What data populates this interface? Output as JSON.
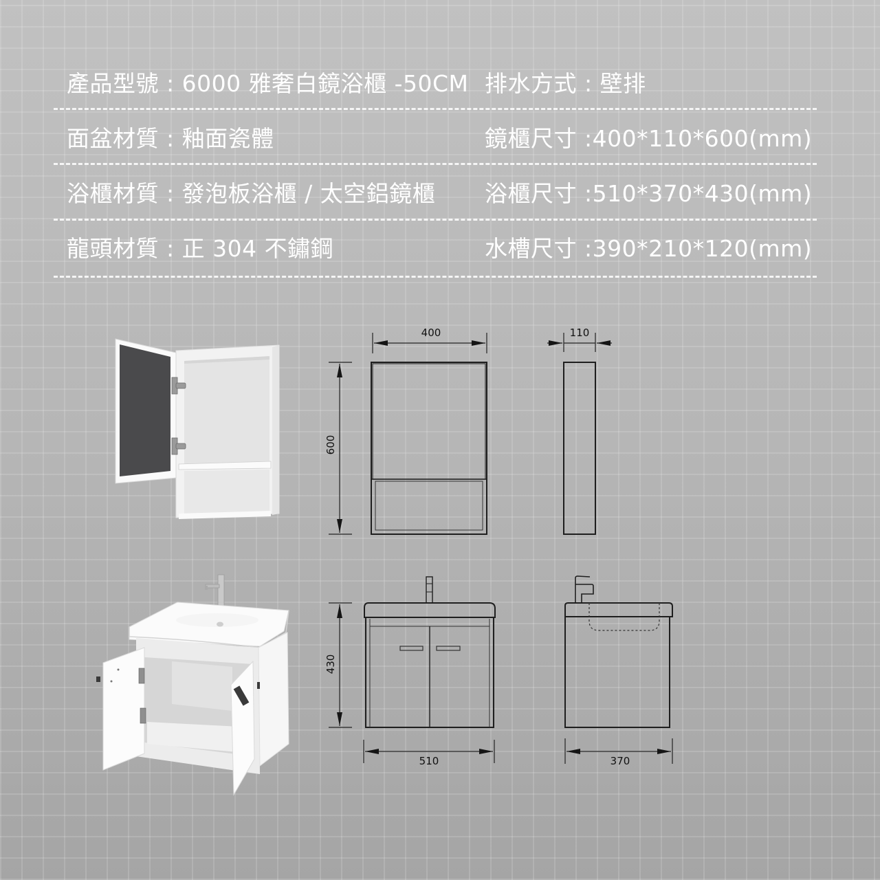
{
  "specs": {
    "rows": [
      {
        "left": {
          "label": "產品型號",
          "sep": " : ",
          "value": "6000 雅奢白鏡浴櫃 -50CM"
        },
        "right": {
          "label": "排水方式",
          "sep": " : ",
          "value": "壁排"
        }
      },
      {
        "left": {
          "label": "面盆材質",
          "sep": " : ",
          "value": "釉面瓷體"
        },
        "right": {
          "label": "鏡櫃尺寸",
          "sep": " :",
          "value": "400*110*600(mm)"
        }
      },
      {
        "left": {
          "label": "浴櫃材質",
          "sep": " : ",
          "value": "發泡板浴櫃 / 太空鋁鏡櫃"
        },
        "right": {
          "label": "浴櫃尺寸",
          "sep": " :",
          "value": "510*370*430(mm)"
        }
      },
      {
        "left": {
          "label": "龍頭材質",
          "sep": " : ",
          "value": "正 304 不鏽鋼"
        },
        "right": {
          "label": "水槽尺寸",
          "sep": " :",
          "value": "390*210*120(mm)"
        }
      }
    ]
  },
  "drawings": {
    "mirror_cabinet": {
      "front_width": "400",
      "height": "600",
      "side_depth": "110"
    },
    "vanity_cabinet": {
      "height": "430",
      "front_width": "510",
      "side_depth": "370"
    }
  },
  "colors": {
    "text": "#ffffff",
    "line": "#1e1e1e",
    "background_top": "#c1c1c1",
    "background_bottom": "#a5a5a5",
    "mirror": "#4a4a4c"
  }
}
